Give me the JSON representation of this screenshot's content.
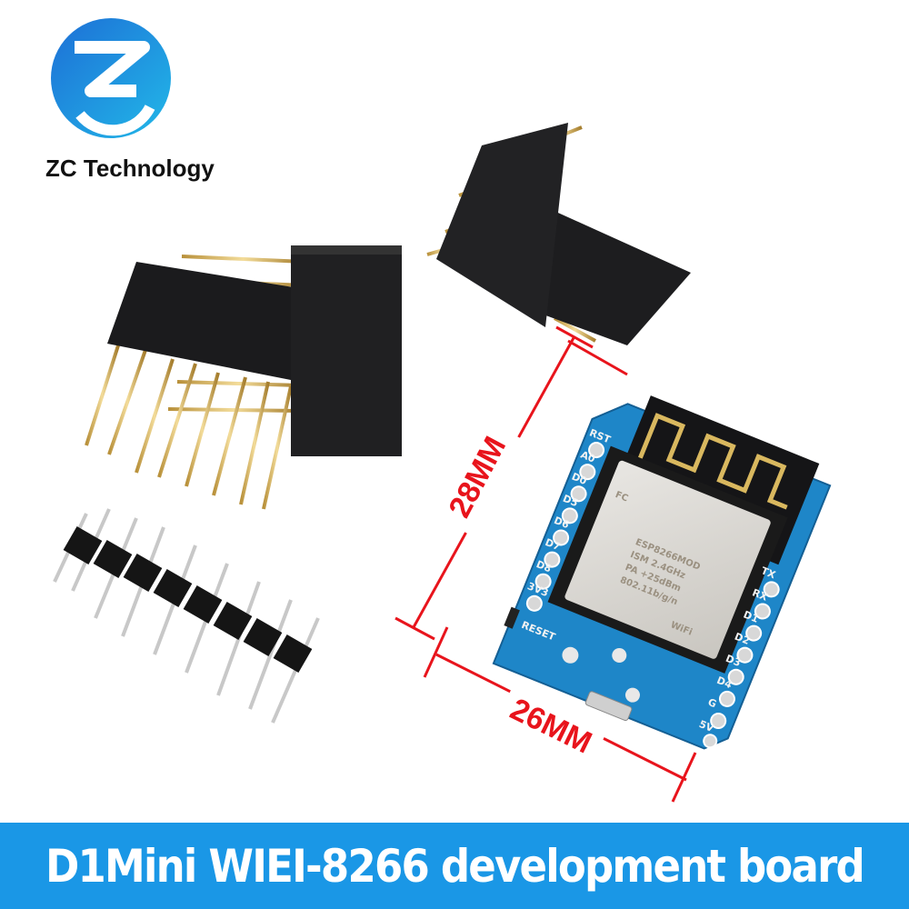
{
  "brand": {
    "name": "ZC Technology",
    "logo_icon": "zc-logo-icon",
    "logo_color": "#1a8fe0"
  },
  "banner": {
    "title": "D1Mini WIEI-8266 development board",
    "background": "#1a97e6"
  },
  "dimensions": {
    "height_label": "28MM",
    "width_label": "26MM",
    "line_color": "#e8141c"
  },
  "board": {
    "color": "#1e86c8",
    "left_pins": [
      "RST",
      "A0",
      "D0",
      "D5",
      "D6",
      "D7",
      "D8",
      "3V3"
    ],
    "right_pins": [
      "TX",
      "RX",
      "D1",
      "D2",
      "D3",
      "D4",
      "G",
      "5V"
    ],
    "reset_label": "RESET",
    "module": {
      "model": "ESP8266MOD",
      "wifi": "WiFi",
      "fcc": "FC",
      "band": "ISM 2.4GHz",
      "power": "PA +25dBm",
      "standard": "802.11b/g/n"
    }
  }
}
